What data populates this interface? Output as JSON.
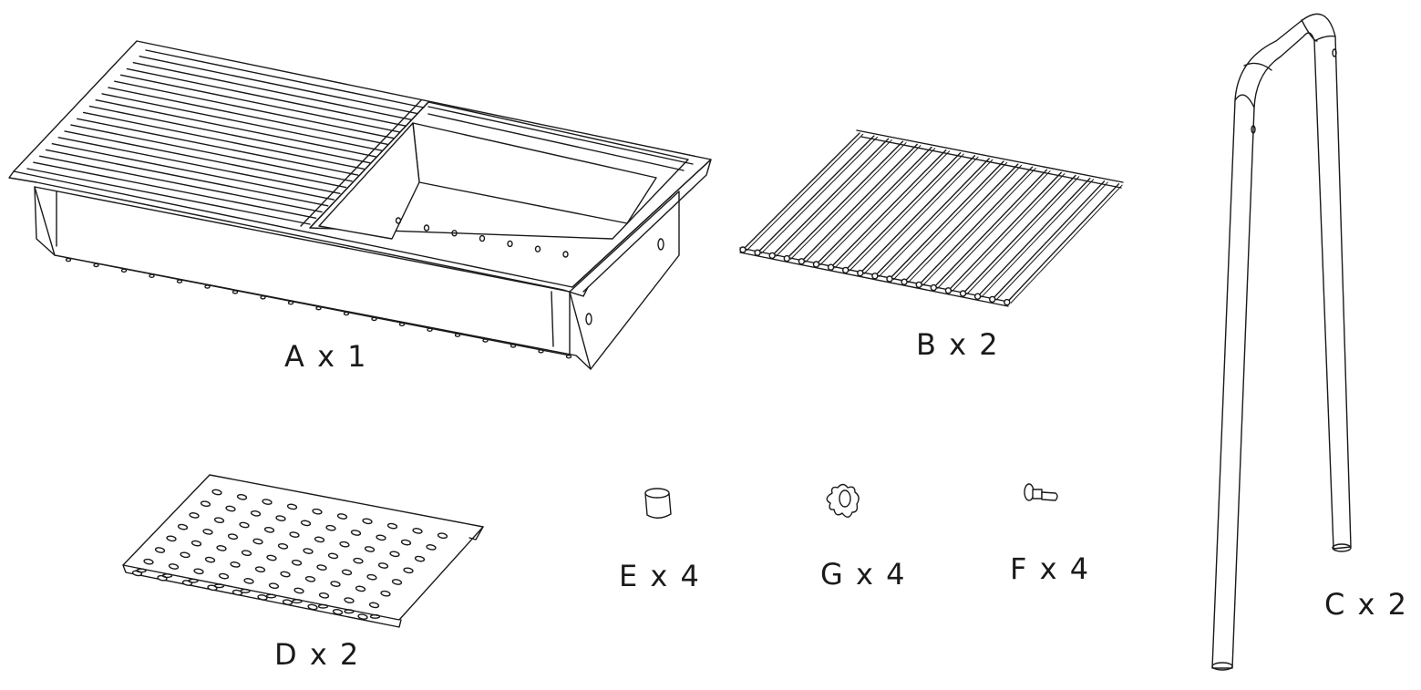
{
  "parts": [
    {
      "id": "A",
      "label": "A x 1"
    },
    {
      "id": "B",
      "label": "B x 2"
    },
    {
      "id": "C",
      "label": "C x 2"
    },
    {
      "id": "D",
      "label": "D x 2"
    },
    {
      "id": "E",
      "label": "E x 4"
    },
    {
      "id": "G",
      "label": "G x 4"
    },
    {
      "id": "F",
      "label": "F x 4"
    }
  ],
  "colors": {
    "line": "#1a1a1a",
    "background": "#ffffff"
  }
}
